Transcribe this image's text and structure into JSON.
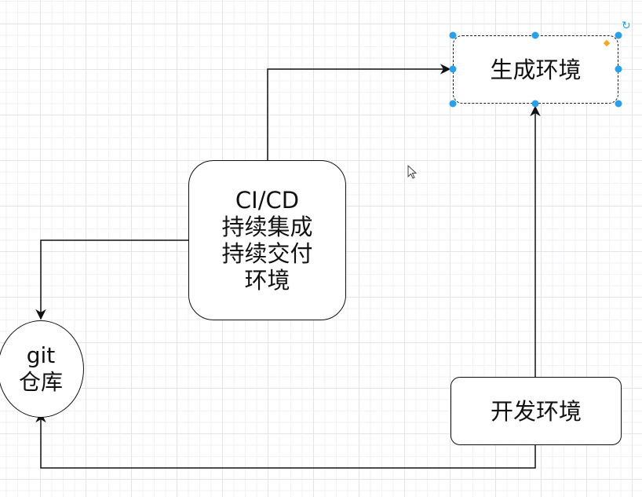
{
  "diagram": {
    "nodes": [
      {
        "id": "prod",
        "label": "生成环境",
        "shape": "rounded-rectangle",
        "selected": true
      },
      {
        "id": "cicd",
        "label": "CI/CD\n持续集成\n持续交付\n环境",
        "shape": "rounded-rectangle",
        "selected": false
      },
      {
        "id": "git",
        "label": "git\n仓库",
        "shape": "circle",
        "selected": false
      },
      {
        "id": "dev",
        "label": "开发环境",
        "shape": "rounded-rectangle",
        "selected": false
      }
    ],
    "edges": [
      {
        "from": "cicd",
        "to": "prod"
      },
      {
        "from": "cicd",
        "to": "git"
      },
      {
        "from": "dev",
        "to": "prod"
      },
      {
        "from": "dev",
        "to": "git"
      }
    ],
    "colors": {
      "selection_handle": "#29a0e8",
      "edit_diamond": "#f5a623",
      "stroke": "#111111",
      "grid": "#e4e4e8"
    },
    "icons": {
      "rotate": "↻",
      "cursor": "mouse-pointer"
    }
  }
}
